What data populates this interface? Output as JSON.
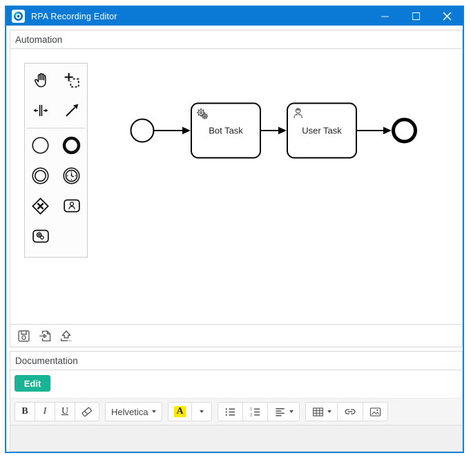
{
  "window": {
    "title": "RPA Recording Editor",
    "controls": [
      "minimize",
      "maximize",
      "close"
    ],
    "colors": {
      "titlebar": "#0b7ad7",
      "border": "#1583d6"
    }
  },
  "automation": {
    "title": "Automation",
    "palette": {
      "items": [
        "hand-tool",
        "lasso-tool",
        "space-tool",
        "global-connect-tool",
        "create-start-event",
        "create-end-event",
        "create-intermediate-event",
        "create-timer-event",
        "create-gateway",
        "create-user-task",
        "create-bot-task"
      ]
    },
    "diagram": {
      "nodes": [
        {
          "type": "start-event"
        },
        {
          "type": "bot-task",
          "label": "Bot Task",
          "icon": "gears"
        },
        {
          "type": "user-task",
          "label": "User Task",
          "icon": "person"
        },
        {
          "type": "end-event"
        }
      ],
      "flow": [
        "start-event -> bot-task",
        "bot-task -> user-task",
        "user-task -> end-event"
      ]
    },
    "footer_icons": [
      "save",
      "import",
      "upload"
    ]
  },
  "documentation": {
    "title": "Documentation",
    "edit_label": "Edit",
    "toolbar": {
      "bold": "B",
      "italic": "I",
      "underline": "U",
      "font_name": "Helvetica",
      "color_letter": "A",
      "icons": [
        "remove-format",
        "font-dropdown",
        "color-dropdown",
        "unordered-list",
        "ordered-list",
        "paragraph-align",
        "table",
        "link",
        "picture"
      ]
    },
    "colors": {
      "edit_button": "#1ab394",
      "highlight": "#ffe900",
      "editor_disabled_bg": "#f0f0f0"
    }
  }
}
